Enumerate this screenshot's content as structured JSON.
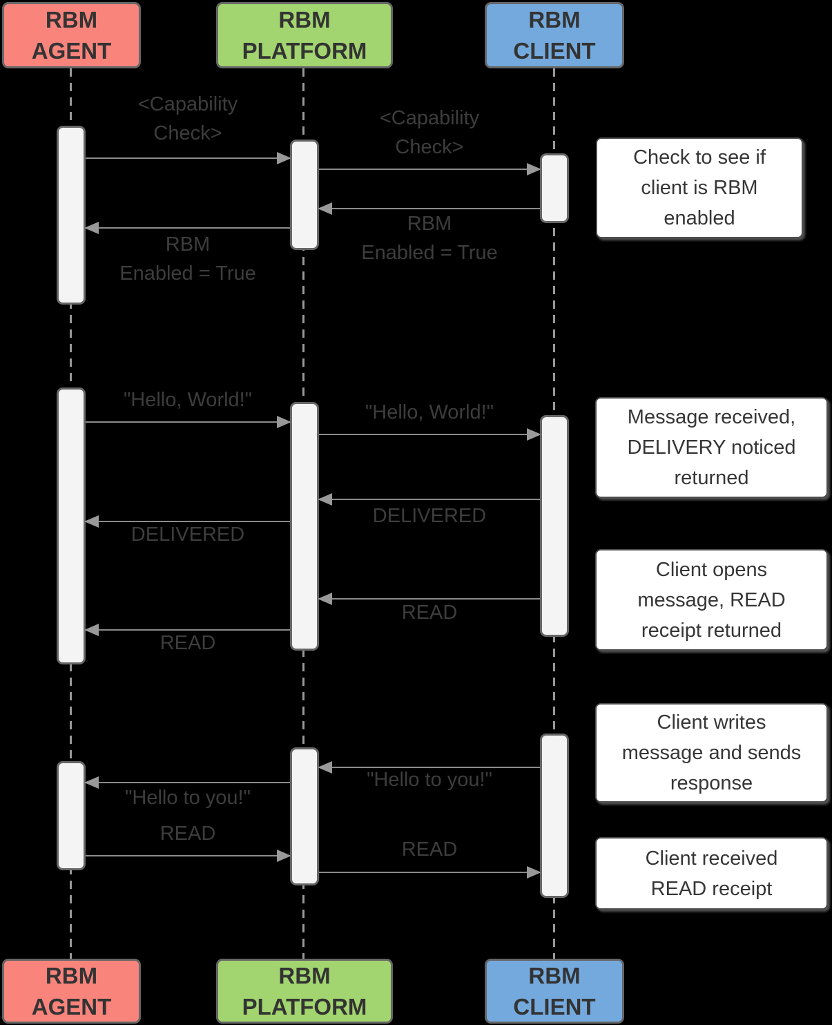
{
  "diagram_type": "sequence-diagram",
  "actors": {
    "agent": {
      "label": "RBM\nAGENT",
      "fill": "#F8847C"
    },
    "platform": {
      "label": "RBM\nPLATFORM",
      "fill": "#A2D56F"
    },
    "client": {
      "label": "RBM\nCLIENT",
      "fill": "#74A9DD"
    }
  },
  "messages": [
    {
      "from": "agent",
      "to": "platform",
      "label": "<Capability\nCheck>"
    },
    {
      "from": "platform",
      "to": "client",
      "label": "<Capability\nCheck>"
    },
    {
      "from": "client",
      "to": "platform",
      "label": "RBM\nEnabled = True"
    },
    {
      "from": "platform",
      "to": "agent",
      "label": "RBM\nEnabled = True"
    },
    {
      "from": "agent",
      "to": "platform",
      "label": "\"Hello, World!\""
    },
    {
      "from": "platform",
      "to": "client",
      "label": "\"Hello, World!\""
    },
    {
      "from": "client",
      "to": "platform",
      "label": "DELIVERED"
    },
    {
      "from": "platform",
      "to": "agent",
      "label": "DELIVERED"
    },
    {
      "from": "client",
      "to": "platform",
      "label": "READ"
    },
    {
      "from": "platform",
      "to": "agent",
      "label": "READ"
    },
    {
      "from": "client",
      "to": "platform",
      "label": "\"Hello to you!\""
    },
    {
      "from": "platform",
      "to": "agent",
      "label": "\"Hello to you!\""
    },
    {
      "from": "agent",
      "to": "platform",
      "label": "READ"
    },
    {
      "from": "platform",
      "to": "client",
      "label": "READ"
    }
  ],
  "notes": [
    {
      "text": "Check to see if\nclient is RBM\nenabled"
    },
    {
      "text": "Message received,\nDELIVERY noticed\nreturned"
    },
    {
      "text": "Client opens\nmessage, READ\nreceipt returned"
    },
    {
      "text": "Client writes\nmessage and sends\nresponse"
    },
    {
      "text": "Client received\nREAD receipt"
    }
  ],
  "colors": {
    "background": "#000000",
    "agent_fill": "#F8847C",
    "platform_fill": "#A2D56F",
    "client_fill": "#74A9DD",
    "box_border": "#666666",
    "activation_fill": "#F4F4F4",
    "arrow": "#8C8C8C",
    "label_text": "#3D3D3D",
    "note_fill": "#FFFFFF",
    "note_border": "#4D4D4D",
    "actor_text": "#333333"
  }
}
